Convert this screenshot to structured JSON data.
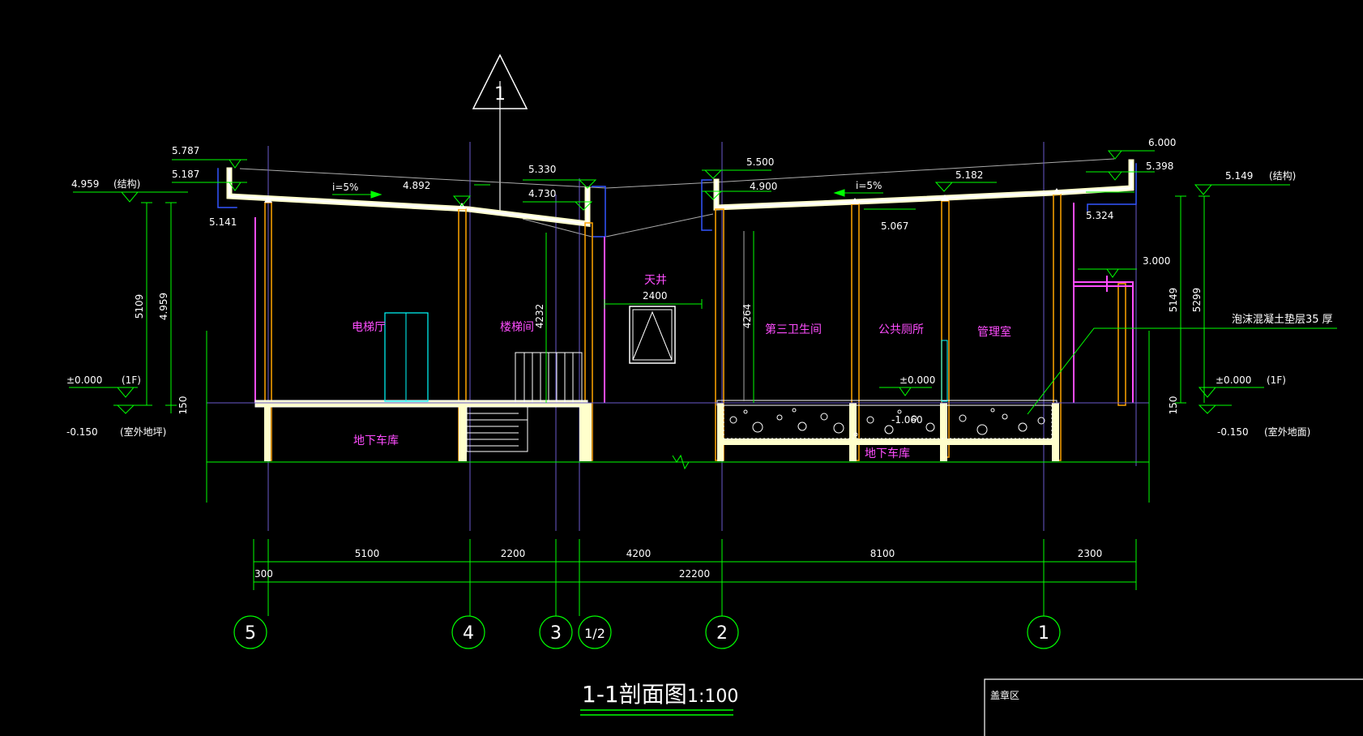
{
  "drawing": {
    "title": "1-1剖面图",
    "scale": "1:100",
    "section_marker": "1",
    "stamp_label": "盖章区",
    "colors": {
      "background": "#000000",
      "dimension": "#00ff00",
      "structure": "#ffffcc",
      "room_label": "#ff4dff",
      "axis_line": "#6a5acd",
      "column": "#ffa500",
      "text": "#ffffff"
    }
  },
  "elevations": {
    "left_top": "5.787",
    "left_roof": "5.187",
    "left_struct": "4.959",
    "left_struct_note": "(结构)",
    "left_eave": "5.141",
    "left_slope": "i=5%",
    "left_mid": "4.892",
    "left_valley_top": "5.330",
    "left_valley": "4.730",
    "right_valley_top": "5.500",
    "right_valley": "4.900",
    "right_slope": "i=5%",
    "right_mid": "5.182",
    "right_mid_low": "5.067",
    "right_top": "6.000",
    "right_roof": "5.398",
    "right_eave": "5.324",
    "right_struct": "5.149",
    "right_struct_note": "(结构)",
    "canopy": "3.000",
    "left_floor": "±0.000",
    "left_floor_note": "(1F)",
    "left_ground": "-0.150",
    "left_ground_note": "(室外地坪)",
    "right_floor": "±0.000",
    "right_floor_note": "(1F)",
    "right_ground": "-0.150",
    "right_ground_note": "(室外地面)",
    "mid_floor": "±0.000",
    "mid_sub": "-1.060"
  },
  "vertical_dims": {
    "left_total": "5109",
    "left_inner": "4.959",
    "left_base": "150",
    "stair_height": "4232",
    "mid_height": "4264",
    "right_total": "5149",
    "right_outer": "5299",
    "right_base": "150"
  },
  "rooms": {
    "elevator_hall": "电梯厅",
    "stair_hall": "楼梯间",
    "courtyard": "天井",
    "courtyard_width": "2400",
    "bathroom3": "第三卫生间",
    "public_toilet": "公共厕所",
    "management": "管理室",
    "garage_left": "地下车库",
    "garage_right": "地下车库"
  },
  "notes": {
    "foam_concrete": "泡沫混凝土垫层35 厚"
  },
  "horizontal_dims": {
    "segments": [
      "5100",
      "2200",
      "4200",
      "8100",
      "2300"
    ],
    "offset": "300",
    "total": "22200"
  },
  "axes": [
    "5",
    "4",
    "3",
    "1/2",
    "2",
    "1"
  ]
}
